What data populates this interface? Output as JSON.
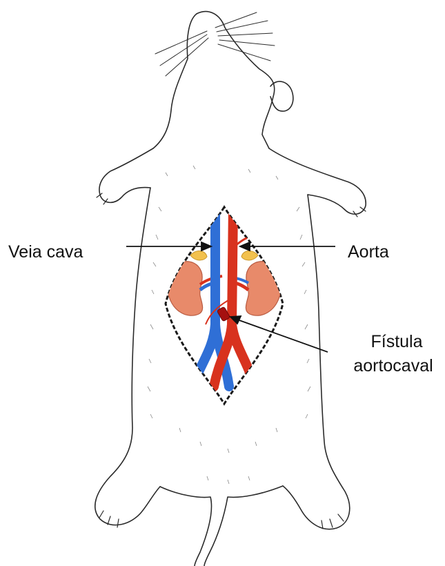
{
  "labels": {
    "vena_cava": "Veia cava",
    "aorta": "Aorta",
    "fistula_line1": "Fístula",
    "fistula_line2": "aortocaval"
  },
  "colors": {
    "line_art": "#2a2a2a",
    "vein_blue": "#2f6fd6",
    "artery_red": "#d8321e",
    "kidney": "#e88a6a",
    "adrenal": "#f2c14e",
    "background": "#ffffff"
  }
}
